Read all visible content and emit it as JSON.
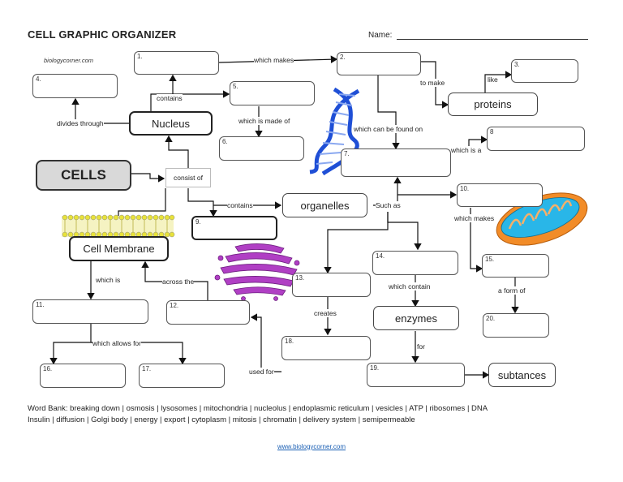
{
  "header": {
    "title": "CELL GRAPHIC ORGANIZER",
    "name_label": "Name:",
    "site_credit": "biologycorner.com"
  },
  "boxes": {
    "b1": "1.",
    "b2": "2.",
    "b3": "3.",
    "b4": "4.",
    "b5": "5.",
    "b6": "6.",
    "b7": "7.",
    "b8": "8",
    "b9": "9.",
    "b10": "10.",
    "b11": "11.",
    "b12": "12.",
    "b13": "13.",
    "b14": "14.",
    "b15": "15.",
    "b16": "16.",
    "b17": "17.",
    "b18": "18.",
    "b19": "19.",
    "b20": "20."
  },
  "terms": {
    "cells": "CELLS",
    "nucleus": "Nucleus",
    "proteins": "proteins",
    "organelles": "organelles",
    "cell_membrane": "Cell Membrane",
    "enzymes": "enzymes",
    "subtances": "subtances"
  },
  "links": {
    "which_makes_top": "which makes",
    "to_make": "to make",
    "like": "like",
    "contains_top": "contains",
    "divides_through": "divides through",
    "which_is_made_of": "which is made of",
    "which_can_be_found_on": "which can be found on",
    "which_is_a": "which is a",
    "consist_of": "consist of",
    "contains_mid": "contains",
    "such_as": "Such as",
    "which_makes_mid": "which makes",
    "which_is": "which is",
    "across_the": "across the",
    "which_contain": "which contain",
    "a_form_of": "a form of",
    "creates": "creates",
    "which_allows_for": "which allows for",
    "used_for": "used for",
    "for": "for"
  },
  "word_bank": {
    "line1": "Word Bank:  breaking down  |  osmosis  |  lysosomes |  mitochondria  |  nucleolus |  endoplasmic reticulum | vesicles |  ATP  |  ribosomes | DNA",
    "line2": "Insulin  |  diffusion |  Golgi body  |  energy |  export  |   cytoplasm | mitosis | chromatin |  delivery system | semipermeable"
  },
  "footer": {
    "url": "www.biologycorner.com"
  },
  "colors": {
    "dna_blue": "#1f4fd6",
    "golgi_purple": "#b03fc4",
    "mito_orange": "#f28c28",
    "mito_cyan": "#29b6e8",
    "membrane_yellow": "#e8e23a",
    "cells_fill": "#d9d9d9"
  }
}
